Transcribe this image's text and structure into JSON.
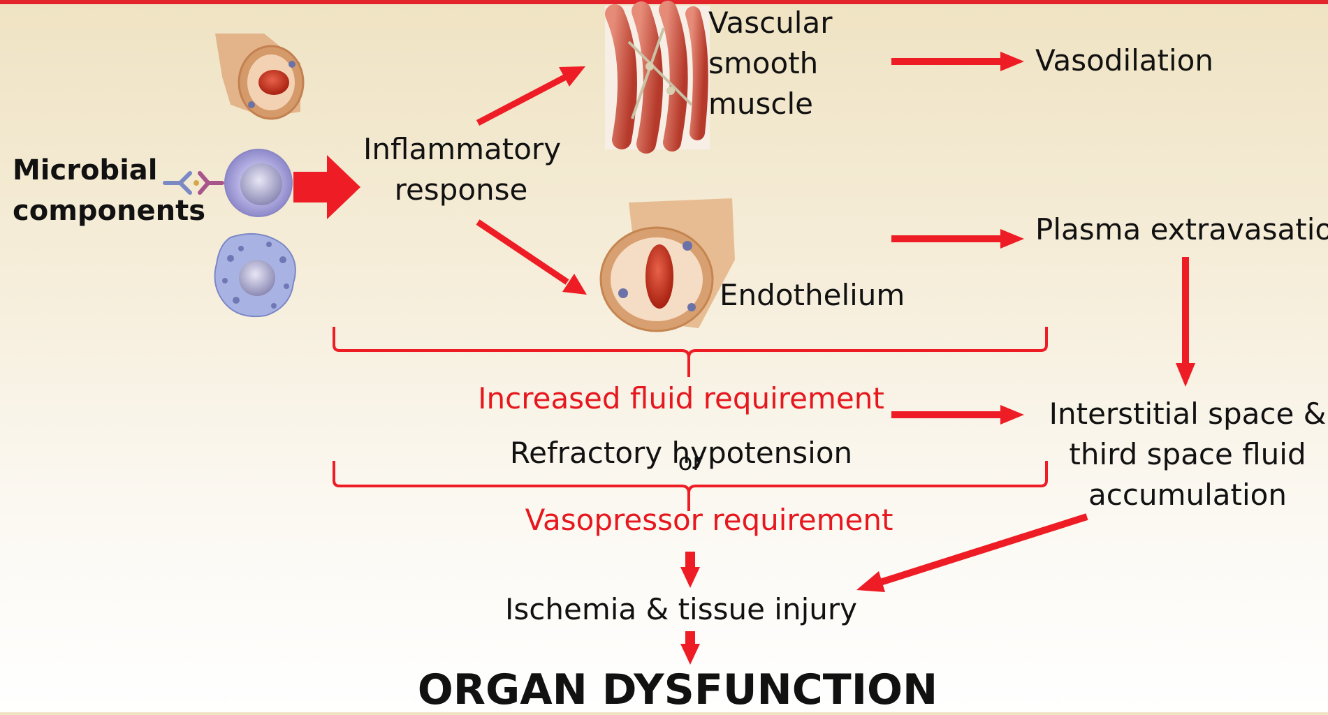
{
  "labels": {
    "microbial_line1": "Microbial",
    "microbial_line2": "components",
    "inflammatory_line1": "Inflammatory",
    "inflammatory_line2": "response",
    "vascular_line1": "Vascular",
    "vascular_line2": "smooth",
    "vascular_line3": "muscle",
    "vasodilation": "Vasodilation",
    "endothelium": "Endothelium",
    "plasma_extravasation": "Plasma extravasation",
    "increased_fluid": "Increased fluid requirement",
    "refractory": "Refractory hypotension",
    "or_mark": "or",
    "vasopressor": "Vasopressor requirement",
    "interstitial_line1": "Interstitial space &",
    "interstitial_line2": "third space fluid",
    "interstitial_line3": "accumulation",
    "ischemia": "Ischemia & tissue injury",
    "organ_dysfunction": "ORGAN DYSFUNCTION"
  },
  "colors": {
    "accent": "#e6171e",
    "text": "#111111",
    "top_bar": "#e3242b",
    "muscle": "#c24b3c",
    "vessel_wall": "#d9a56f",
    "cell": "#a9a6d8"
  }
}
